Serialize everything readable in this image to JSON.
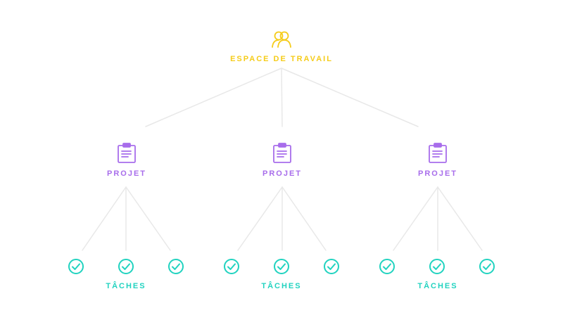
{
  "colors": {
    "workspace": "#F5CC1A",
    "project": "#A86DEB",
    "task": "#22D3C0",
    "connector": "#E8E8E8"
  },
  "workspace": {
    "label": "ESPACE DE TRAVAIL",
    "icon": "users-icon"
  },
  "projects": [
    {
      "label": "PROJET",
      "icon": "clipboard-icon",
      "tasks_label": "TÂCHES",
      "tasks": [
        {
          "icon": "check-circle-icon"
        },
        {
          "icon": "check-circle-icon"
        },
        {
          "icon": "check-circle-icon"
        }
      ]
    },
    {
      "label": "PROJET",
      "icon": "clipboard-icon",
      "tasks_label": "TÂCHES",
      "tasks": [
        {
          "icon": "check-circle-icon"
        },
        {
          "icon": "check-circle-icon"
        },
        {
          "icon": "check-circle-icon"
        }
      ]
    },
    {
      "label": "PROJET",
      "icon": "clipboard-icon",
      "tasks_label": "TÂCHES",
      "tasks": [
        {
          "icon": "check-circle-icon"
        },
        {
          "icon": "check-circle-icon"
        },
        {
          "icon": "check-circle-icon"
        }
      ]
    }
  ]
}
